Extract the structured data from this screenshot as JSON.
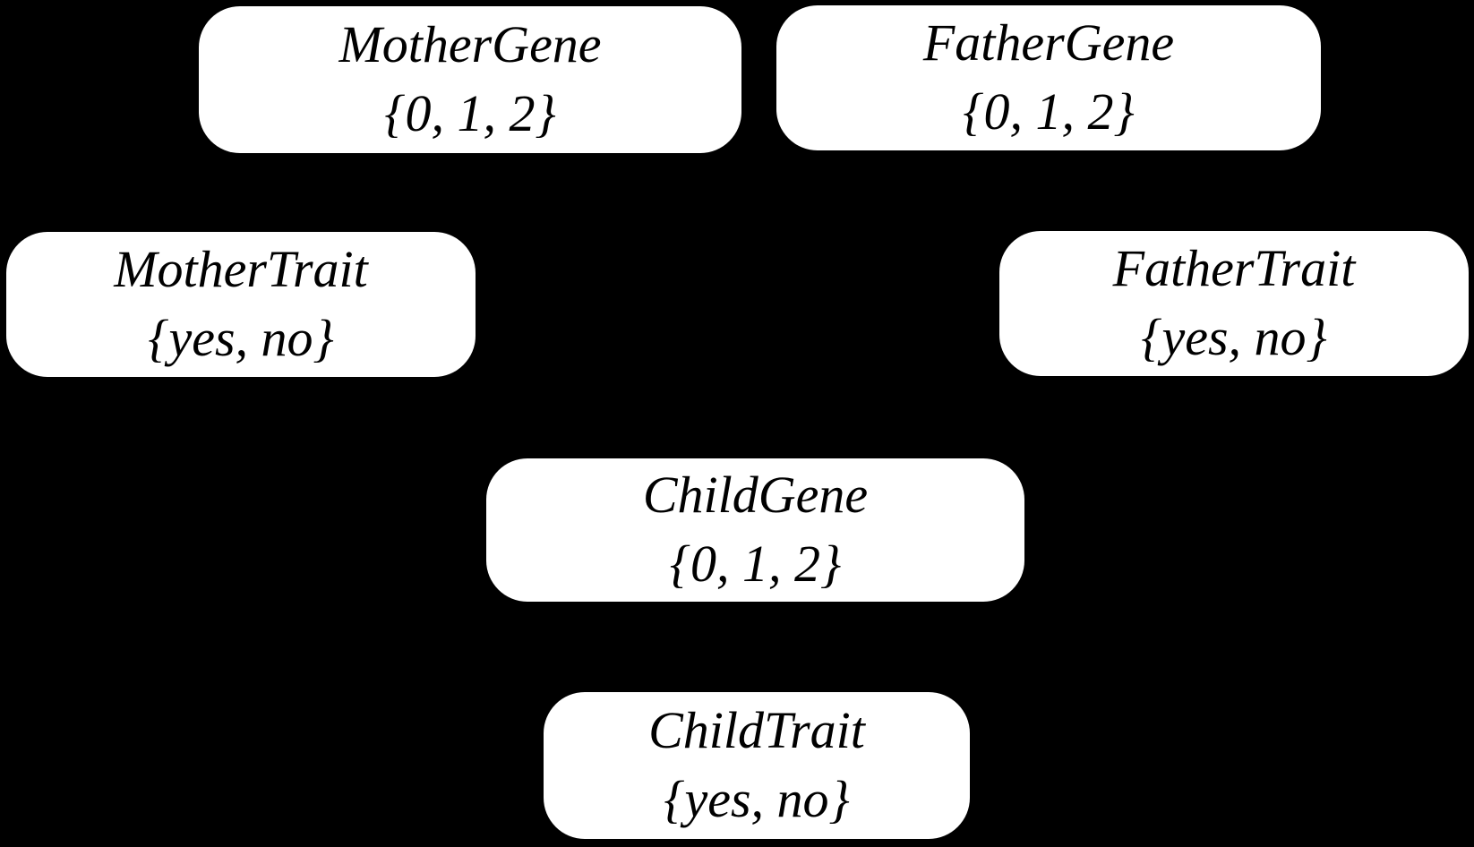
{
  "diagram": {
    "type": "bayesian-network",
    "background_color": "#000000",
    "node_fill_color": "#ffffff",
    "node_text_color": "#000000",
    "nodes": {
      "mother_gene": {
        "title": "MotherGene",
        "domain": "{0, 1, 2}"
      },
      "father_gene": {
        "title": "FatherGene",
        "domain": "{0, 1, 2}"
      },
      "mother_trait": {
        "title": "MotherTrait",
        "domain": "{yes, no}"
      },
      "father_trait": {
        "title": "FatherTrait",
        "domain": "{yes, no}"
      },
      "child_gene": {
        "title": "ChildGene",
        "domain": "{0, 1, 2}"
      },
      "child_trait": {
        "title": "ChildTrait",
        "domain": "{yes, no}"
      }
    }
  }
}
